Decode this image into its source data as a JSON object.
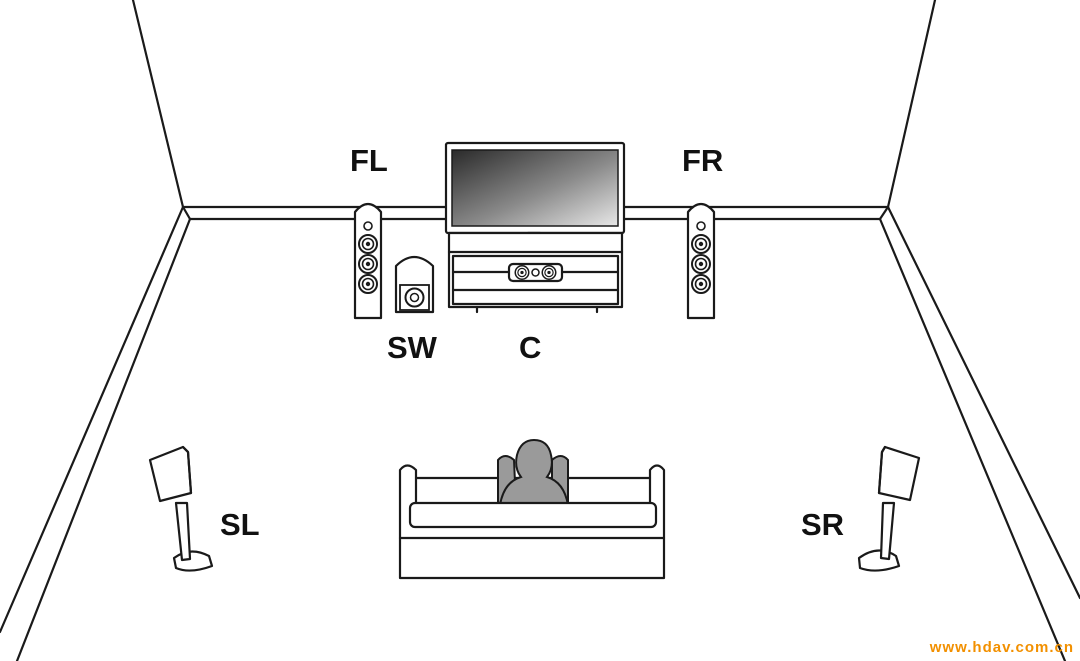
{
  "labels": {
    "fl": "FL",
    "fr": "FR",
    "sw": "SW",
    "c": "C",
    "sl": "SL",
    "sr": "SR"
  },
  "watermark": "www.hdav.com.cn",
  "colors": {
    "line": "#1a1a1a",
    "person": "#9a9a9a",
    "watermark": "#f29000"
  }
}
